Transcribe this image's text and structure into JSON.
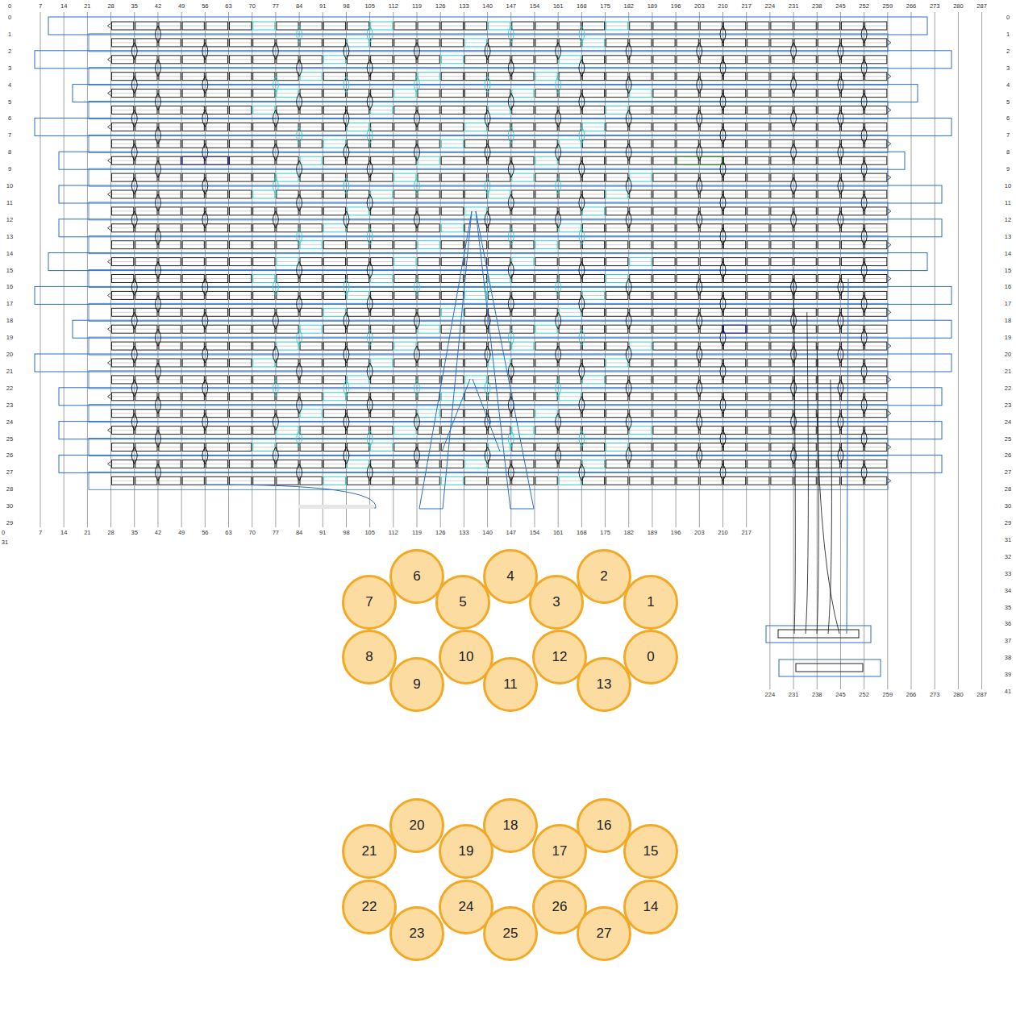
{
  "diagram": {
    "nodes": [
      {
        "text": [
          "6"
        ]
      },
      {
        "text": [
          "4"
        ]
      },
      {
        "text": [
          "2"
        ]
      },
      {
        "text": [
          "7"
        ]
      },
      {
        "text": [
          "5"
        ]
      },
      {
        "text": [
          "3"
        ]
      },
      {
        "text": [
          "1"
        ]
      },
      {
        "text": [
          "8"
        ]
      },
      {
        "text": [
          "10"
        ]
      },
      {
        "text": [
          "12"
        ]
      },
      {
        "text": [
          "0"
        ]
      },
      {
        "text": [
          "9"
        ]
      },
      {
        "text": [
          "11"
        ]
      },
      {
        "text": [
          "13"
        ]
      },
      {
        "text": [
          "20"
        ]
      },
      {
        "text": [
          "18"
        ]
      },
      {
        "text": [
          "16"
        ]
      },
      {
        "text": [
          "21"
        ]
      },
      {
        "text": [
          "19"
        ]
      },
      {
        "text": [
          "17"
        ]
      },
      {
        "text": [
          "15"
        ]
      },
      {
        "text": [
          "22"
        ]
      },
      {
        "text": [
          "24"
        ]
      },
      {
        "text": [
          "26"
        ]
      },
      {
        "text": [
          "14"
        ]
      },
      {
        "text": [
          "23"
        ]
      },
      {
        "text": [
          "25"
        ]
      },
      {
        "text": [
          "27"
        ]
      }
    ],
    "labels": [
      "0",
      "7",
      "14",
      "21",
      "28",
      "35",
      "42",
      "49",
      "56",
      "63",
      "70",
      "77",
      "84",
      "91",
      "98",
      "105",
      "112",
      "119",
      "126",
      "133",
      "140",
      "147",
      "154",
      "161",
      "168",
      "175",
      "182",
      "189",
      "196",
      "203",
      "210",
      "217",
      "224",
      "231",
      "238",
      "245",
      "252",
      "259",
      "266",
      "273",
      "280",
      "287",
      "0",
      "1",
      "2",
      "3",
      "4",
      "5",
      "6",
      "7",
      "8",
      "9",
      "10",
      "11",
      "12",
      "13",
      "14",
      "15",
      "16",
      "17",
      "18",
      "19",
      "20",
      "21",
      "22",
      "23",
      "24",
      "25",
      "26",
      "27",
      "28",
      "30",
      "29",
      "31",
      "0",
      "1",
      "2",
      "3",
      "4",
      "5",
      "6",
      "7",
      "8",
      "9",
      "10",
      "11",
      "12",
      "13",
      "14",
      "15",
      "16",
      "17",
      "18",
      "19",
      "20",
      "21",
      "22",
      "23",
      "24",
      "25",
      "26",
      "27",
      "28",
      "30",
      "29",
      "31",
      "32",
      "33",
      "34",
      "35",
      "36",
      "37",
      "38",
      "39",
      "41",
      "0",
      "7",
      "14",
      "21",
      "28",
      "35",
      "42",
      "49",
      "56",
      "63",
      "70",
      "77",
      "84",
      "91",
      "98",
      "105",
      "112",
      "119",
      "126",
      "133",
      "140",
      "147",
      "154",
      "161",
      "168",
      "175",
      "182",
      "189",
      "196",
      "203",
      "210",
      "217",
      "224",
      "231",
      "238",
      "245",
      "252",
      "259",
      "266",
      "273",
      "280",
      "287"
    ]
  }
}
